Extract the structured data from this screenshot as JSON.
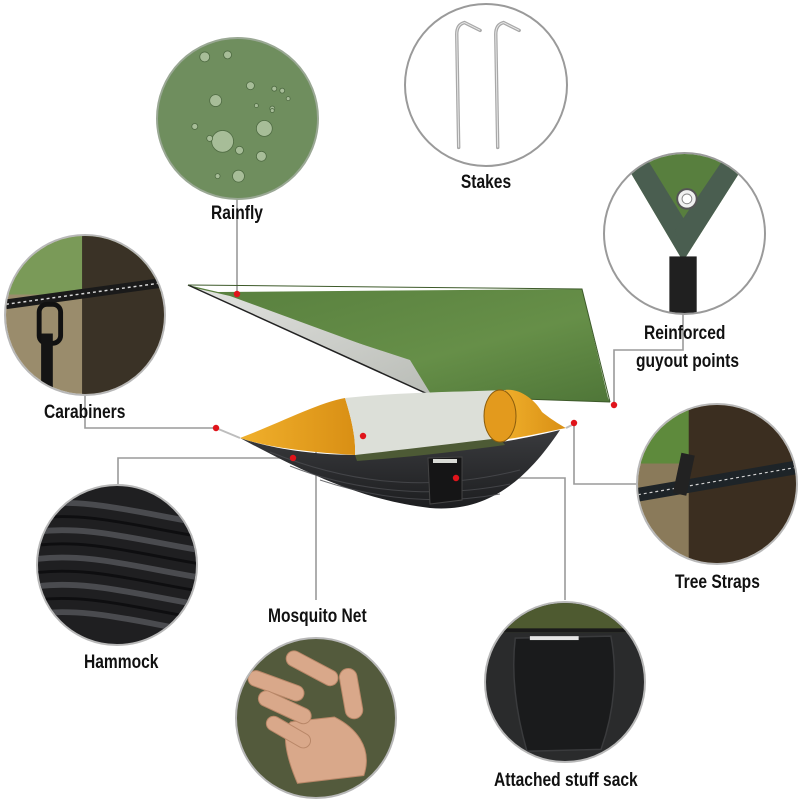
{
  "infographic": {
    "subject": "Camping hammock with rainfly and mosquito net",
    "colors": {
      "rainfly_green": "#5f8a44",
      "rainfly_underside": "#c9cbc6",
      "hammock_black": "#2a2b2d",
      "canopy_orange": "#e6a322",
      "mosquito_net": "#d9ddd6",
      "leader_line": "#9a9a9a",
      "anchor_dot": "#e0141b"
    },
    "callouts": [
      {
        "id": "rainfly",
        "label": "Rainfly"
      },
      {
        "id": "stakes",
        "label": "Stakes"
      },
      {
        "id": "guyout",
        "label_line1": "Reinforced",
        "label_line2": "guyout points"
      },
      {
        "id": "carabiners",
        "label": "Carabiners"
      },
      {
        "id": "tree-straps",
        "label": "Tree Straps"
      },
      {
        "id": "hammock",
        "label": "Hammock"
      },
      {
        "id": "mosquito-net",
        "label": "Mosquito Net"
      },
      {
        "id": "stuff-sack",
        "label": "Attached stuff sack"
      }
    ]
  }
}
